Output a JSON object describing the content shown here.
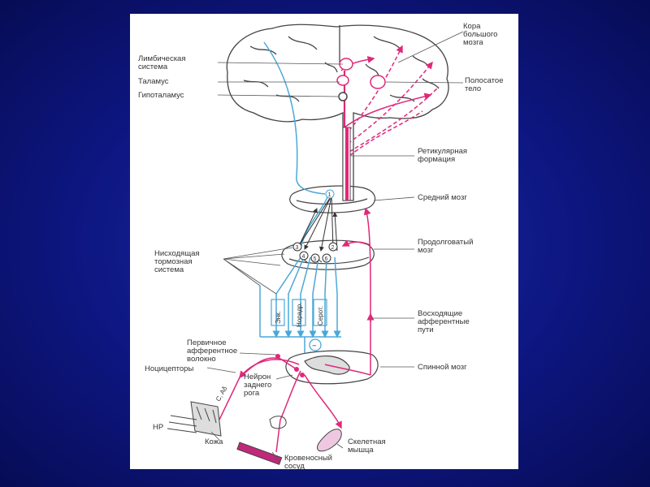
{
  "colors": {
    "background": "#0d1680",
    "panel": "#ffffff",
    "afferent": "#e0287a",
    "descending": "#4aa8d8",
    "outline": "#333333"
  },
  "labels": {
    "cortex": [
      "Кора",
      "большого",
      "мозга"
    ],
    "limbic": [
      "Лимбическая",
      "система"
    ],
    "thalamus": [
      "Таламус"
    ],
    "hypothalamus": [
      "Гипоталамус"
    ],
    "striatum": [
      "Полосатое",
      "тело"
    ],
    "reticular": [
      "Ретикулярная",
      "формация"
    ],
    "midbrain": [
      "Средний мозг"
    ],
    "descending_system": [
      "Нисходящая",
      "тормозная",
      "система"
    ],
    "medulla": [
      "Продолговатый",
      "мозг"
    ],
    "ascending": [
      "Восходящие",
      "афферентные",
      "пути"
    ],
    "primary_fiber": [
      "Первичное",
      "афферентное",
      "волокно"
    ],
    "spinal": [
      "Спинной мозг"
    ],
    "nociceptors": [
      "Ноцицепторы"
    ],
    "dorsal_neuron": [
      "Нейрон",
      "заднего",
      "рога"
    ],
    "skin": [
      "Кожа"
    ],
    "hp": [
      "НР"
    ],
    "skeletal": [
      "Скелетная",
      "мышца"
    ],
    "vessel": [
      "Кровеносный",
      "сосуд"
    ]
  },
  "vertical_labels": {
    "enk": "Энк.",
    "noradr": "Норадр.",
    "serot": "Серот."
  },
  "fiber_label": "C, Aδ",
  "nuclei_numbers": [
    "1",
    "2",
    "3",
    "4",
    "5",
    "6"
  ],
  "inhibit_symbol": "−"
}
